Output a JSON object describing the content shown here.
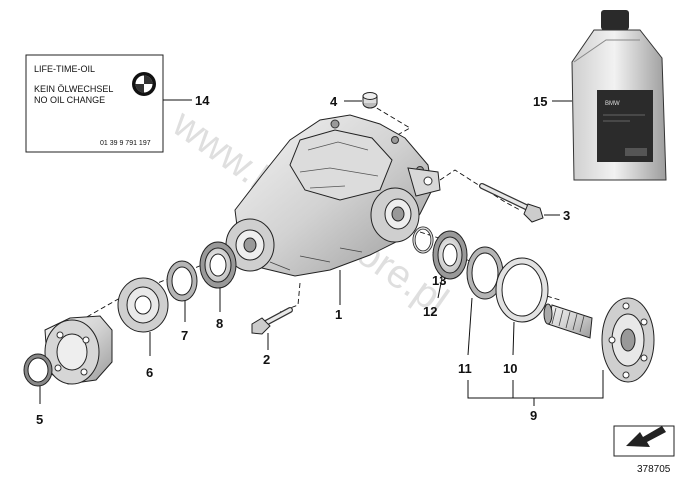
{
  "sticker": {
    "line1": "LIFE-TIME-OIL",
    "line2": "KEIN ÖLWECHSEL",
    "line3": "NO OIL CHANGE",
    "part_number": "01 39 9 791 197"
  },
  "bottle_label": "BMW",
  "watermark": "www.BMWstore.pl",
  "diagram_id": "378705",
  "callouts": {
    "c1": "1",
    "c2": "2",
    "c3": "3",
    "c4": "4",
    "c5": "5",
    "c6": "6",
    "c7": "7",
    "c8": "8",
    "c9": "9",
    "c10": "10",
    "c11": "11",
    "c12": "12",
    "c13": "13",
    "c14": "14",
    "c15": "15"
  }
}
